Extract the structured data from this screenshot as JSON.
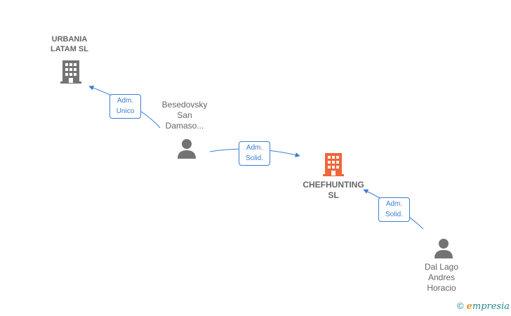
{
  "nodes": {
    "urbania": {
      "label": "URBANIA\nLATAM  SL"
    },
    "besedovsky": {
      "label": "Besedovsky\nSan\nDamaso..."
    },
    "chefhunting": {
      "label": "CHEFHUNTING\nSL"
    },
    "dallago": {
      "label": "Dal Lago\nAndres\nHoracio"
    }
  },
  "relations": {
    "adm_unico": {
      "line1": "Adm.",
      "line2": "Unico"
    },
    "adm_solid_1": {
      "line1": "Adm.",
      "line2": "Solid."
    },
    "adm_solid_2": {
      "line1": "Adm.",
      "line2": "Solid."
    }
  },
  "brand": {
    "copyright": "©",
    "e": "e",
    "rest": "mpresia"
  },
  "colors": {
    "company_gray": "#737373",
    "company_main": "#f0653a",
    "person_gray": "#737373",
    "link_blue": "#3b7ed6"
  }
}
